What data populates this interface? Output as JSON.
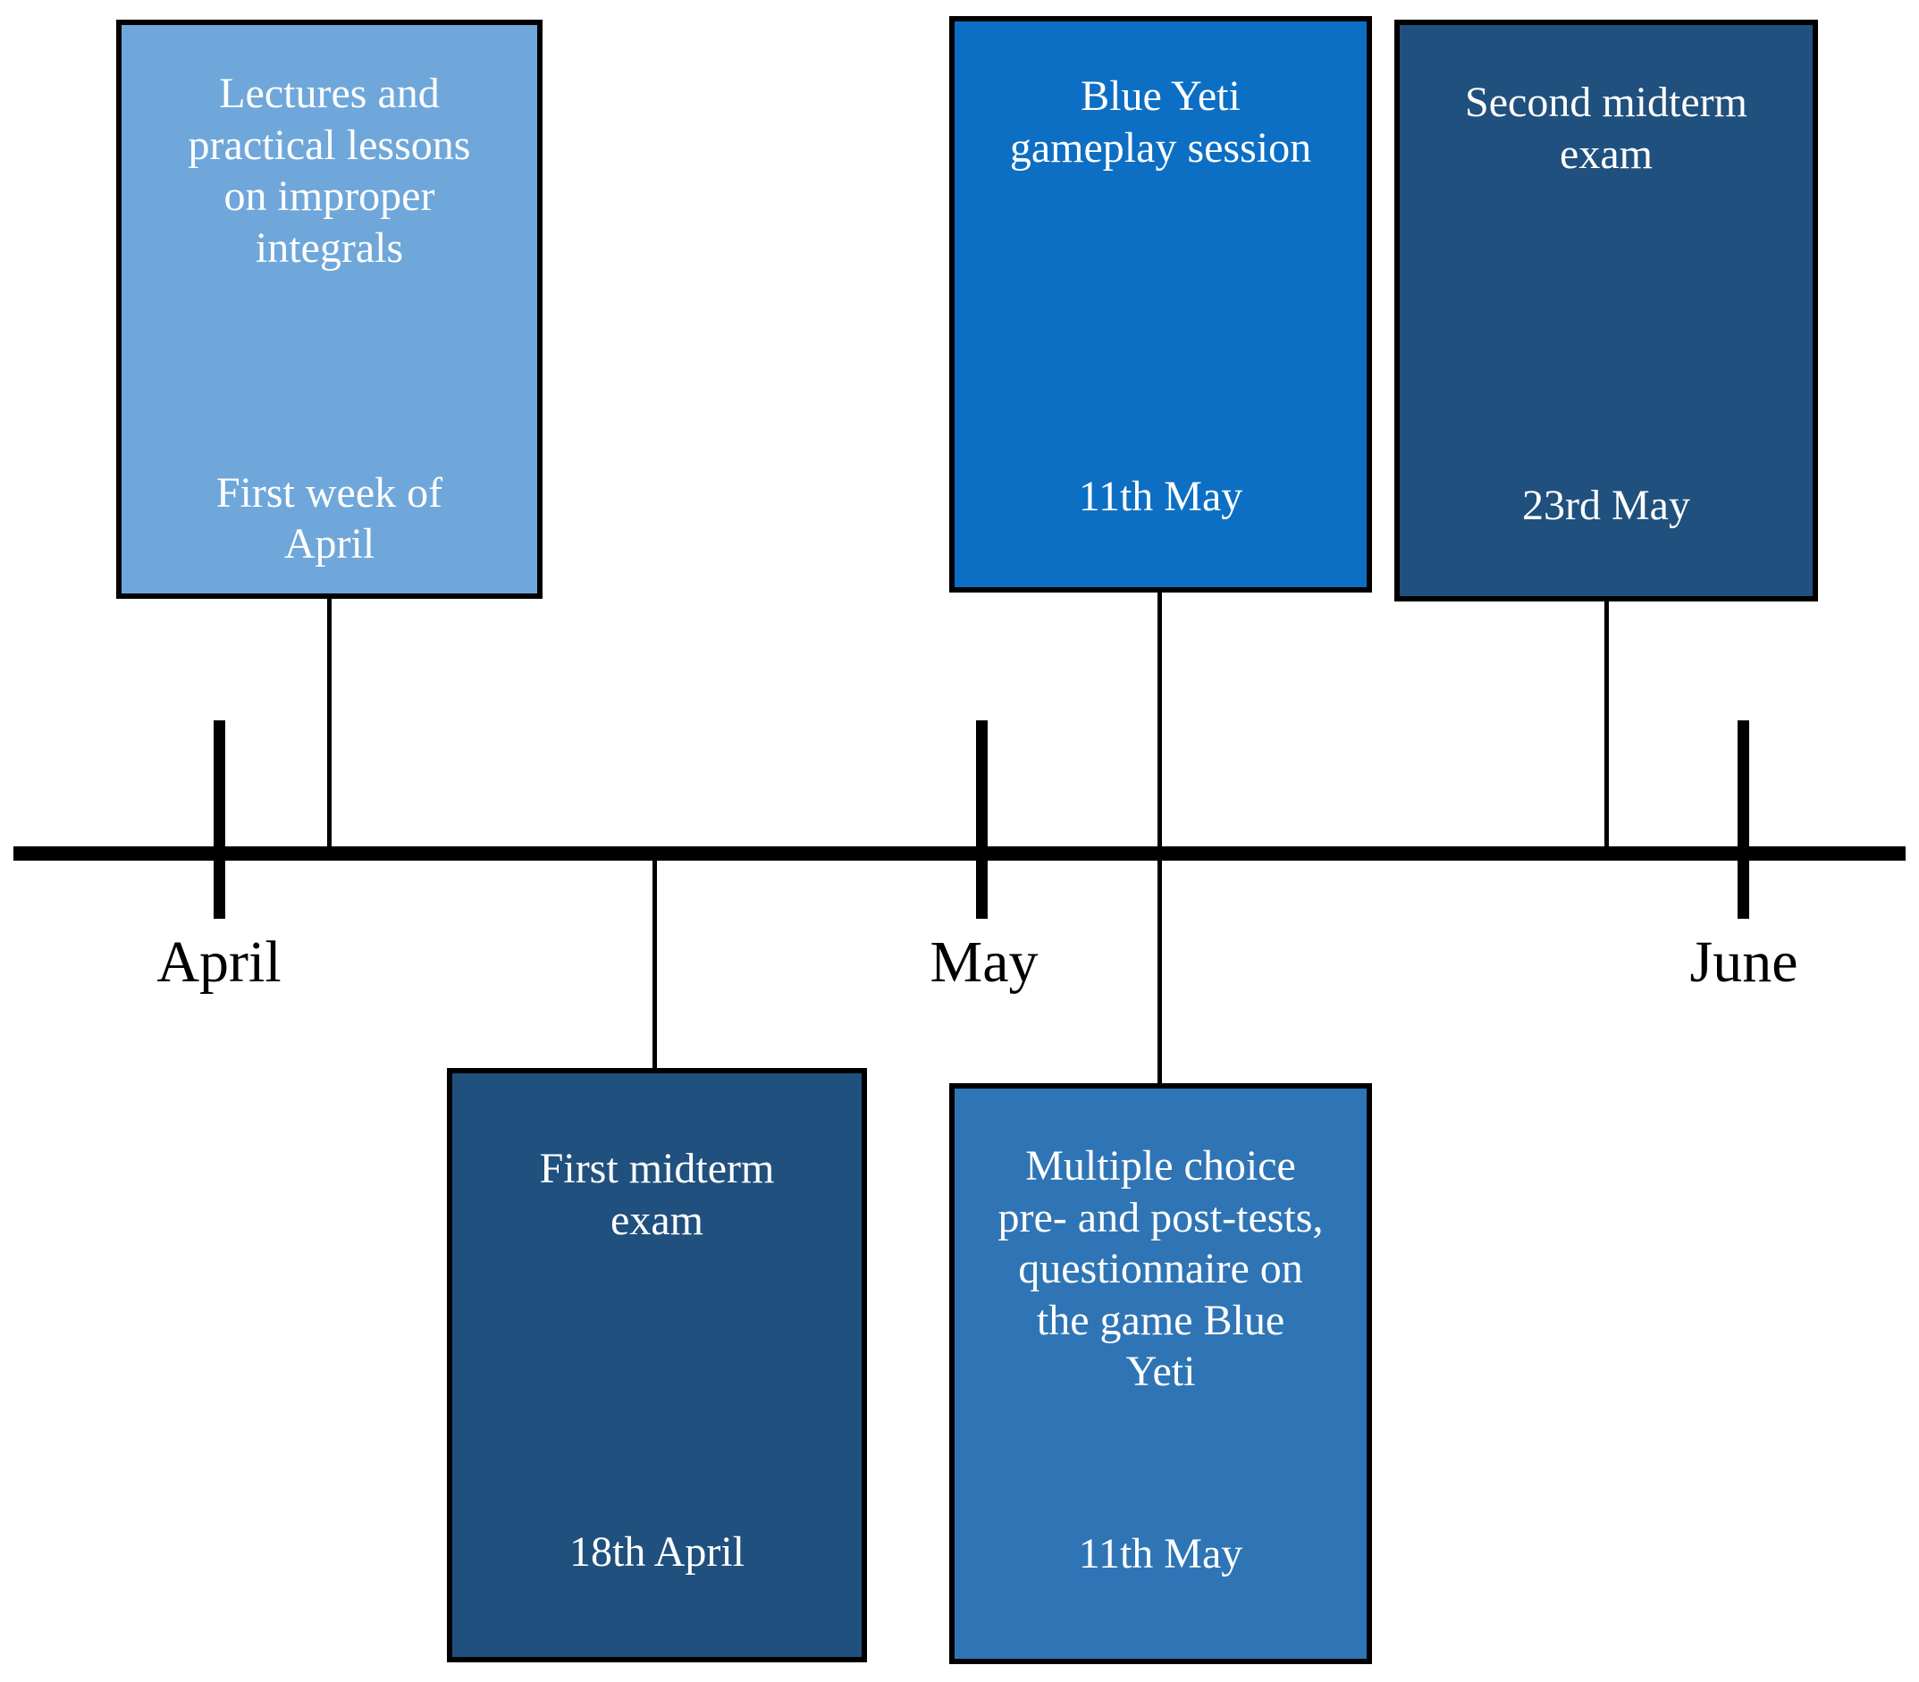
{
  "diagram": {
    "type": "timeline",
    "orientation": "horizontal",
    "axis_months": [
      {
        "label": "April"
      },
      {
        "label": "May"
      },
      {
        "label": "June"
      }
    ],
    "events": [
      {
        "title": "Lectures and\npractical lessons\non improper\nintegrals",
        "date": "First week of\nApril",
        "placement": "above-timeline",
        "color": "#6FA7DA"
      },
      {
        "title": "First midterm\nexam",
        "date": "18th April",
        "placement": "below-timeline",
        "color": "#20507D"
      },
      {
        "title": "Blue Yeti\ngameplay session",
        "date": "11th May",
        "placement": "above-timeline",
        "color": "#0D6FC3"
      },
      {
        "title": "Multiple choice\npre- and post-tests,\nquestionnaire on\nthe game Blue\nYeti",
        "date": "11th May",
        "placement": "below-timeline",
        "color": "#2F75B5"
      },
      {
        "title": "Second midterm\nexam",
        "date": "23rd May",
        "placement": "above-timeline",
        "color": "#20507D"
      }
    ],
    "colors": {
      "background": "#FFFFFF",
      "timeline": "#000000",
      "box_border": "#000000",
      "event_text": "#FFFFFF",
      "month_text": "#000000"
    }
  }
}
